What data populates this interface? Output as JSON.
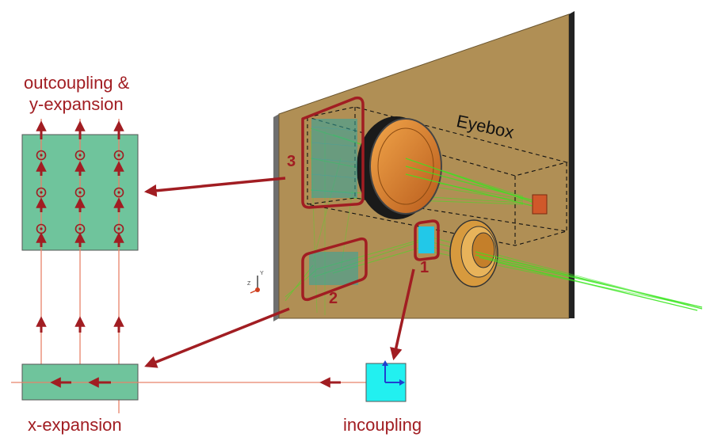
{
  "labels": {
    "outcoupling_line1": "outcoupling &",
    "outcoupling_line2": "y-expansion",
    "x_expansion": "x-expansion",
    "incoupling": "incoupling",
    "eyebox": "Eyebox"
  },
  "region_numbers": {
    "one": "1",
    "two": "2",
    "three": "3"
  },
  "axis_triad": {
    "y": "Y",
    "z": "Z"
  },
  "colors": {
    "accent_red": "#a11d22",
    "light_red_line": "#e8826a",
    "grating_green": "#6fc49c",
    "incoupler_cyan": "#22f0f0",
    "plate_tan": "#b08f55",
    "ray_green": "#39e61e"
  }
}
